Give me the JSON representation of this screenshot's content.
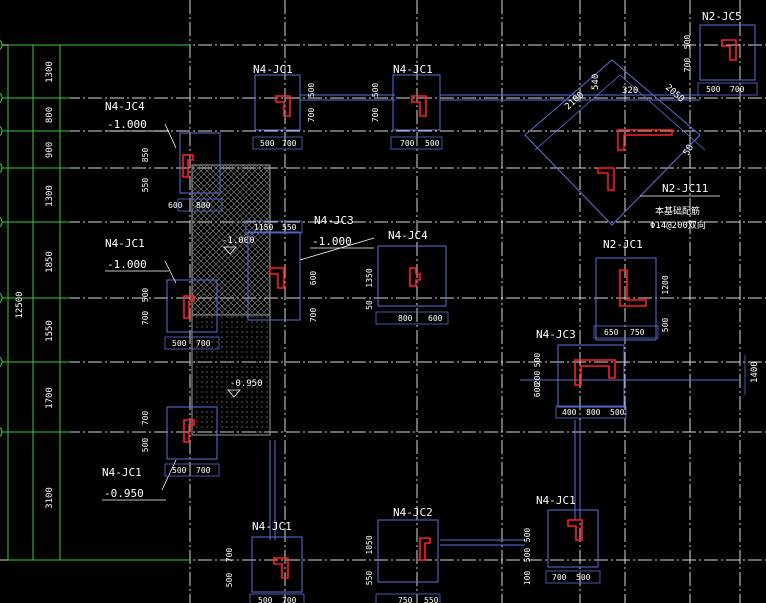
{
  "colors": {
    "background": "#000000",
    "grid": "#d9d9d9",
    "axis": "#39c739",
    "box": "#5a6fd8",
    "column": "#ff2020",
    "label": "#ffffff",
    "dim": "#ffffff",
    "hatch": "#9a9a9a"
  },
  "left_dims": [
    "1300",
    "800",
    "900",
    "1300",
    "1850",
    "1550",
    "1700",
    "3100"
  ],
  "total_dim": "12500",
  "foundations": [
    {
      "label": "N4-JC4",
      "elev": "-1.000",
      "dims": [
        "850",
        "550",
        "600",
        "800"
      ]
    },
    {
      "label": "N4-JC1",
      "elev": "",
      "dims": [
        "500",
        "700",
        "500",
        "700"
      ]
    },
    {
      "label": "N4-JC1",
      "elev": "",
      "dims": [
        "500",
        "700",
        "700",
        "500"
      ]
    },
    {
      "label": "N2-JC5",
      "elev": "",
      "dims": [
        "500",
        "700",
        "500",
        "700"
      ]
    },
    {
      "label": "N4-JC3",
      "elev": "-1.000",
      "dims": [
        "600",
        "700",
        "1150",
        "550"
      ]
    },
    {
      "label": "N4-JC4",
      "elev": "",
      "dims": [
        "1350",
        "50",
        "800",
        "600"
      ]
    },
    {
      "label": "N4-JC1",
      "elev": "-1.000",
      "dims": [
        "500",
        "700",
        "500",
        "700"
      ]
    },
    {
      "label": "N4-JC1",
      "elev": "-0.950",
      "dims": [
        "700",
        "500",
        "500",
        "700"
      ]
    },
    {
      "label": "N2-JC1",
      "elev": "",
      "dims": [
        "1200",
        "500",
        "650",
        "750"
      ]
    },
    {
      "label": "N4-JC3",
      "elev": "",
      "dims": [
        "500",
        "200",
        "600",
        "400",
        "800",
        "500"
      ]
    },
    {
      "label": "N4-JC1",
      "elev": "",
      "dims": [
        "700",
        "500",
        "500",
        "700"
      ]
    },
    {
      "label": "N4-JC2",
      "elev": "",
      "dims": [
        "1050",
        "550",
        "750",
        "550"
      ]
    },
    {
      "label": "N4-JC1",
      "elev": "",
      "dims": [
        "500",
        "500",
        "100",
        "700",
        "500"
      ]
    }
  ],
  "rotated": {
    "label": "N2-JC11",
    "note1": "本基础配筋",
    "note2": "Φ14@200双向",
    "dims": [
      "2100",
      "540",
      "320",
      "2050",
      "50"
    ]
  },
  "slab_elevs": [
    "-1.000",
    "-0.950"
  ],
  "right_dim": "1400"
}
